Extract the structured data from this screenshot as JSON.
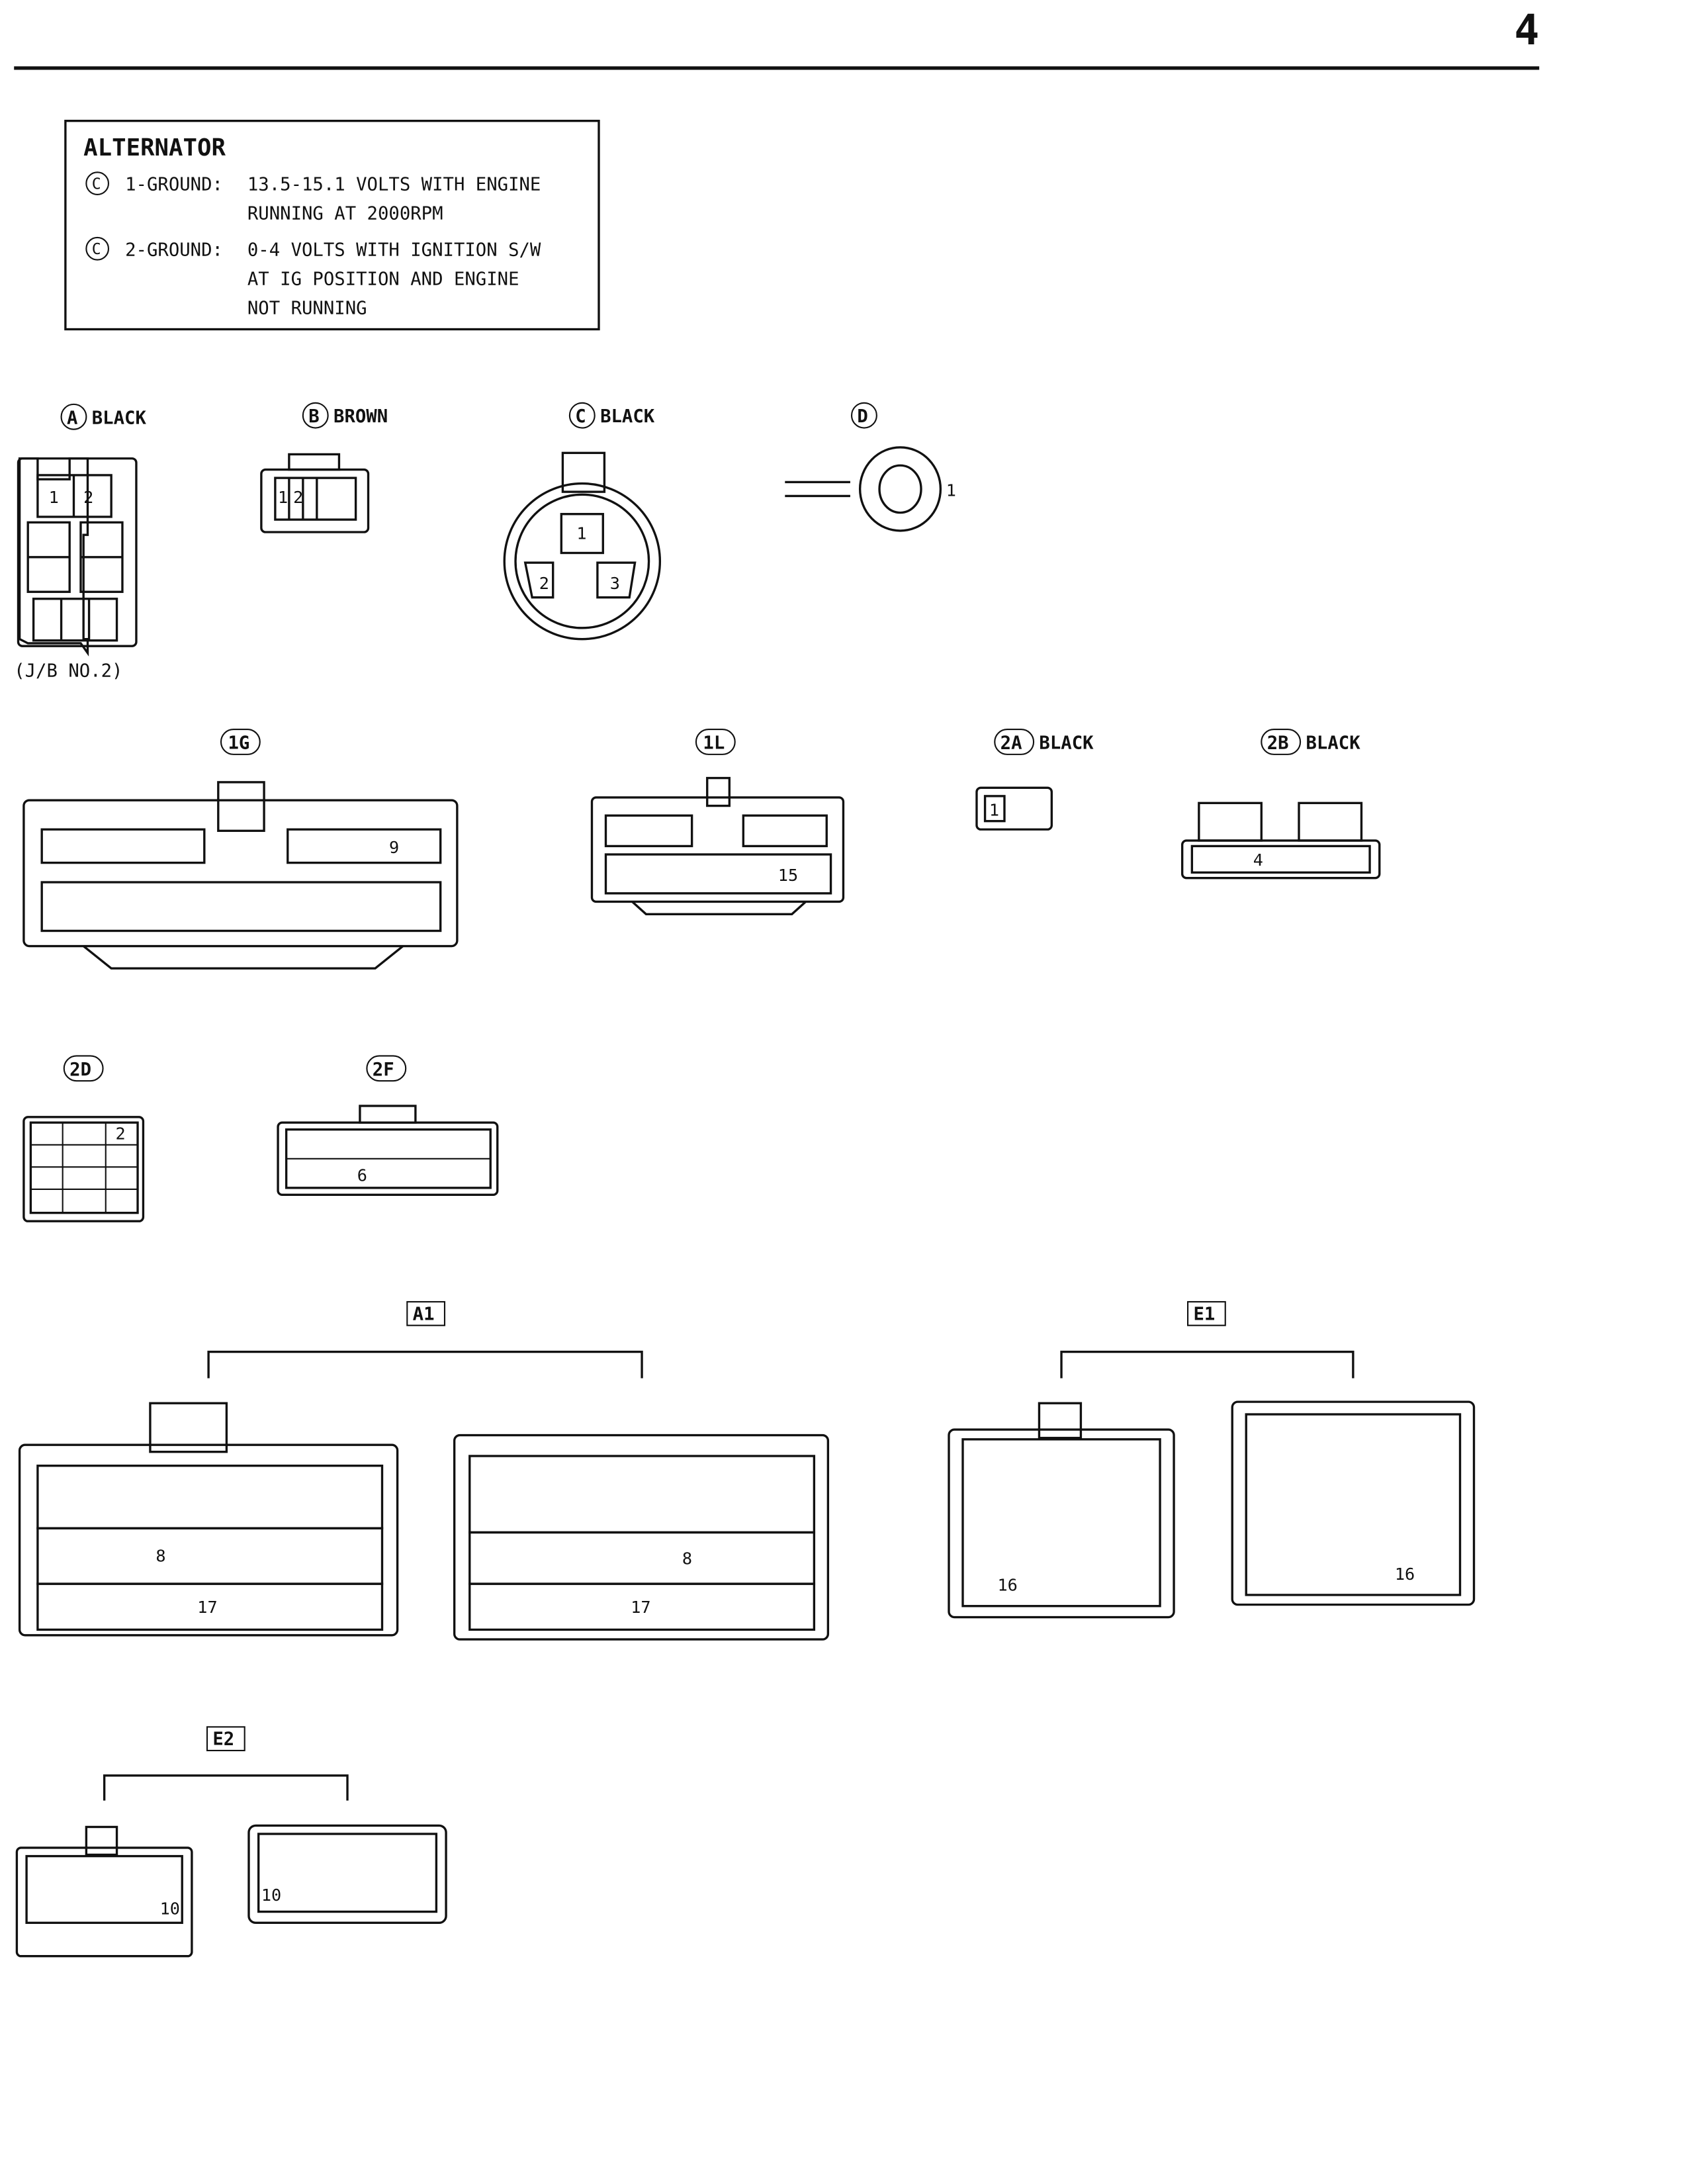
{
  "page_number": "4",
  "alternator": {
    "title": "ALTERNATOR",
    "items": [
      {
        "connector": "C",
        "label": "1-GROUND:",
        "lines": [
          "13.5-15.1 VOLTS WITH ENGINE",
          "RUNNING AT 2000RPM"
        ]
      },
      {
        "connector": "C",
        "label": "2-GROUND:",
        "lines": [
          "0-4 VOLTS WITH IGNITION S/W",
          "AT IG POSITION AND ENGINE",
          "NOT RUNNING"
        ]
      }
    ]
  },
  "connectors": {
    "A": {
      "code": "A",
      "color": "BLACK",
      "note": "(J/B NO.2)",
      "pins": [
        "1",
        "2"
      ]
    },
    "B": {
      "code": "B",
      "color": "BROWN",
      "pins": [
        "1",
        "2"
      ]
    },
    "C": {
      "code": "C",
      "color": "BLACK",
      "pins": [
        "1",
        "2",
        "3"
      ]
    },
    "D": {
      "code": "D",
      "pins": [
        "1"
      ]
    },
    "1G": {
      "code": "1G",
      "pins": [
        "9"
      ]
    },
    "1L": {
      "code": "1L",
      "pins": [
        "15"
      ]
    },
    "2A": {
      "code": "2A",
      "color": "BLACK",
      "pins": [
        "1"
      ]
    },
    "2B": {
      "code": "2B",
      "color": "BLACK",
      "pins": [
        "4"
      ]
    },
    "2D": {
      "code": "2D",
      "pins": [
        "2"
      ]
    },
    "2F": {
      "code": "2F",
      "pins": [
        "6"
      ]
    },
    "A1": {
      "code": "A1",
      "left_pins": [
        "8",
        "17"
      ],
      "right_pins": [
        "8",
        "17"
      ]
    },
    "E1": {
      "code": "E1",
      "left_pins": [
        "16"
      ],
      "right_pins": [
        "16"
      ]
    },
    "E2": {
      "code": "E2",
      "left_pins": [
        "10"
      ],
      "right_pins": [
        "10"
      ]
    }
  }
}
